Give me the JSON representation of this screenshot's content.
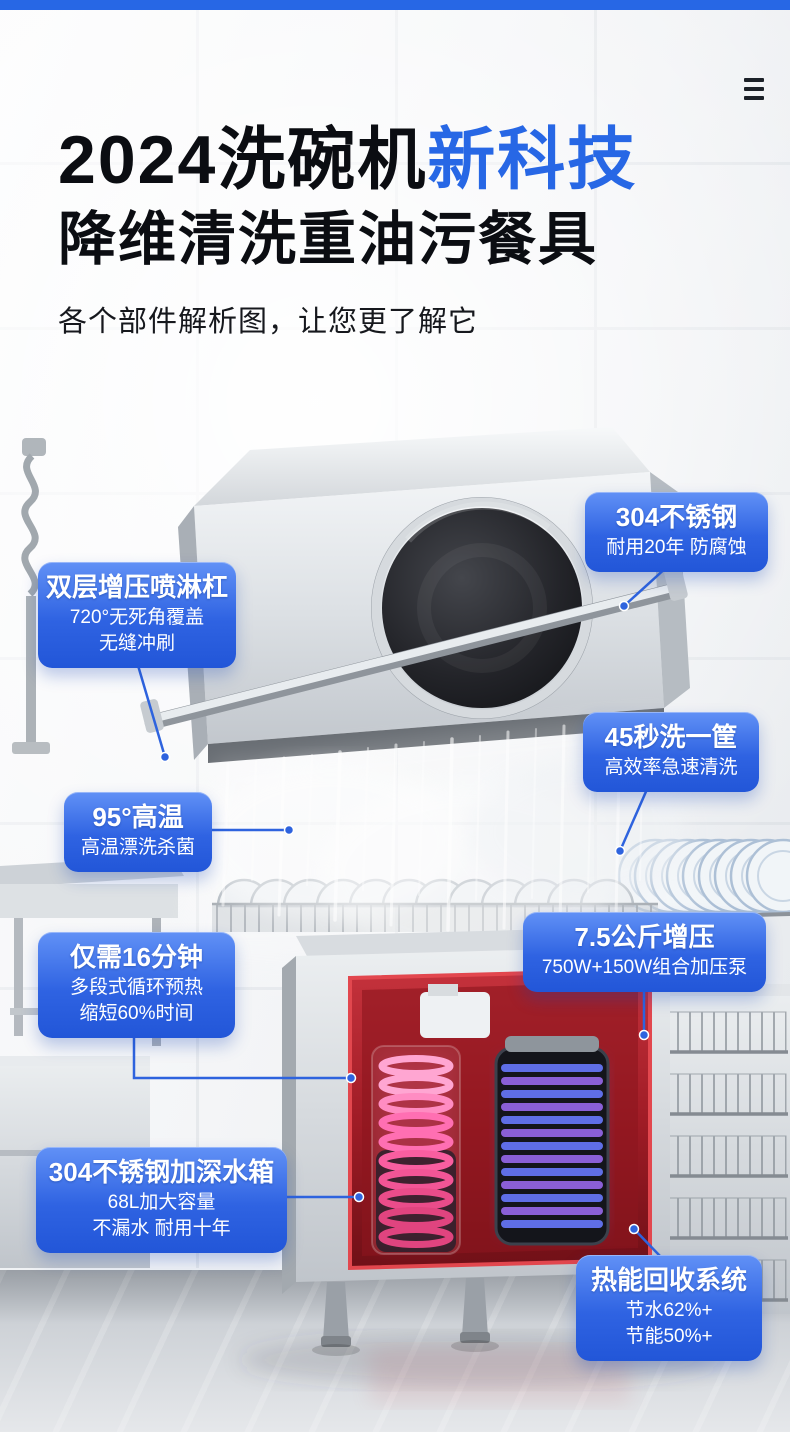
{
  "page": {
    "accent_color": "#2767E5",
    "top_bar_color": "#2767E5"
  },
  "nav": {
    "menu_icon": "hamburger-menu"
  },
  "header": {
    "title_black": "2024洗碗机",
    "title_accent": "新科技",
    "subtitle": "降维清洗重油污餐具",
    "tagline": "各个部件解析图，让您更了解它"
  },
  "callouts": [
    {
      "title": "304不锈钢",
      "lines": [
        "耐用20年 防腐蚀"
      ]
    },
    {
      "title": "双层增压喷淋杠",
      "lines": [
        "720°无死角覆盖",
        "无缝冲刷"
      ]
    },
    {
      "title": "45秒洗一筐",
      "lines": [
        "高效率急速清洗"
      ]
    },
    {
      "title": "95°高温",
      "lines": [
        "高温漂洗杀菌"
      ]
    },
    {
      "title": "仅需16分钟",
      "lines": [
        "多段式循环预热",
        "缩短60%时间"
      ]
    },
    {
      "title": "7.5公斤增压",
      "lines": [
        "750W+150W组合加压泵"
      ]
    },
    {
      "title": "304不锈钢加深水箱",
      "lines": [
        "68L加大容量",
        "不漏水 耐用十年"
      ]
    },
    {
      "title": "热能回收系统",
      "lines": [
        "节水62%+",
        "节能50%+"
      ]
    }
  ],
  "style": {
    "pill_gradient_top": "#6191F6",
    "pill_gradient_bottom": "#2256D8",
    "connector_color": "#2E63DE"
  }
}
